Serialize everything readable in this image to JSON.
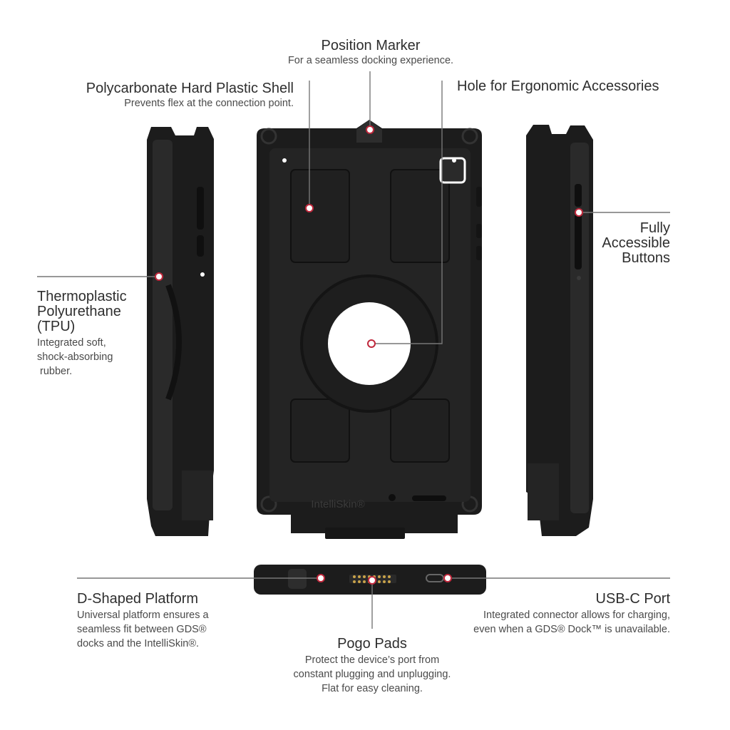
{
  "callouts": {
    "position_marker": {
      "title": "Position Marker",
      "desc": "For a seamless docking experience."
    },
    "polycarbonate": {
      "title": "Polycarbonate Hard Plastic Shell",
      "desc": "Prevents flex at the connection point."
    },
    "ergonomic_hole": {
      "title": "Hole for Ergonomic Accessories"
    },
    "buttons": {
      "title_lines": [
        "Fully",
        "Accessible",
        "Buttons"
      ]
    },
    "tpu": {
      "title_lines": [
        "Thermoplastic",
        "Polyurethane",
        "(TPU)"
      ],
      "desc_lines": [
        "Integrated soft,",
        "shock-absorbing",
        " rubber."
      ]
    },
    "d_platform": {
      "title": "D-Shaped Platform",
      "desc_lines": [
        "Universal platform ensures a",
        "seamless fit between GDS®",
        "docks and the IntelliSkin®."
      ]
    },
    "usbc": {
      "title": "USB-C Port",
      "desc_lines": [
        "Integrated connector allows for charging,",
        "even when a GDS® Dock™ is unavailable."
      ]
    },
    "pogo": {
      "title": "Pogo Pads",
      "desc_lines": [
        "Protect the device’s port from",
        "constant plugging and unplugging.",
        "Flat for easy cleaning."
      ]
    }
  },
  "product": {
    "brand_mark": "IntelliSkin®"
  },
  "colors": {
    "case": "#1c1c1c",
    "case_edge": "#2b2b2b",
    "line": "#777777",
    "marker": "#c0283c",
    "pogo_pin": "#c9a34a"
  }
}
